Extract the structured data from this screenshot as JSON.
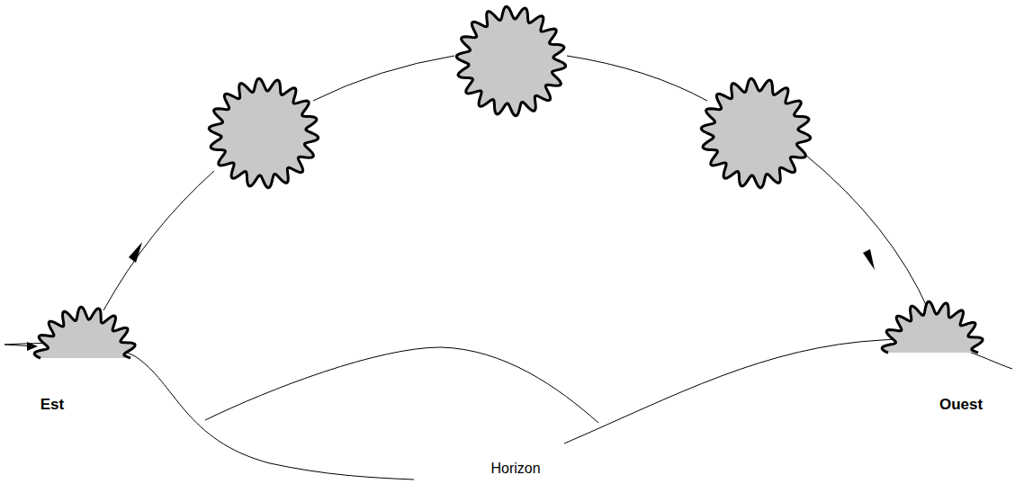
{
  "diagram": {
    "labels": [
      "Est",
      "Ouest",
      "Horizon"
    ]
  }
}
